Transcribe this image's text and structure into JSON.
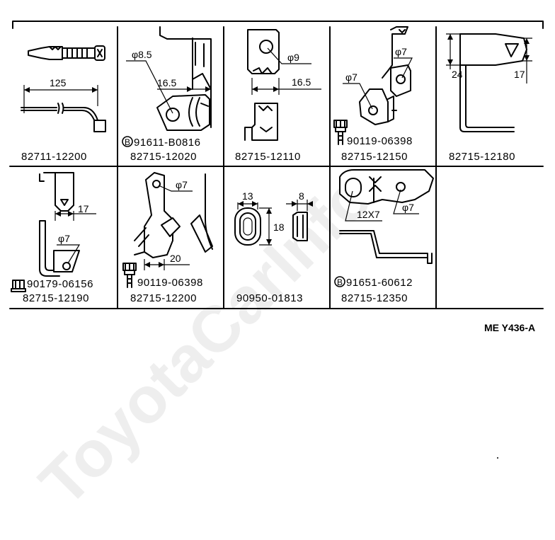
{
  "watermark": "ToyotaCarInfo",
  "diagram_code": "ME  Y436-A",
  "cells": [
    {
      "part": "82711-12200",
      "dims": [
        "125"
      ]
    },
    {
      "part": "82715-12020",
      "sub": "91611-B0816",
      "sub_marker": "B",
      "dims": [
        "φ8.5",
        "16.5"
      ]
    },
    {
      "part": "82715-12110",
      "dims": [
        "φ9",
        "16.5"
      ]
    },
    {
      "part": "82715-12150",
      "sub": "90119-06398",
      "dims": [
        "φ7",
        "φ7"
      ]
    },
    {
      "part": "82715-12180",
      "dims": [
        "24",
        "17"
      ]
    },
    {
      "part": "82715-12190",
      "sub": "90179-06156",
      "dims": [
        "17",
        "φ7"
      ]
    },
    {
      "part": "82715-12200",
      "sub": "90119-06398",
      "dims": [
        "φ7",
        "20"
      ]
    },
    {
      "part": "90950-01813",
      "dims": [
        "13",
        "8",
        "18"
      ]
    },
    {
      "part": "82715-12350",
      "sub": "91651-60612",
      "sub_marker": "B",
      "dims": [
        "12X7",
        "φ7"
      ]
    }
  ]
}
